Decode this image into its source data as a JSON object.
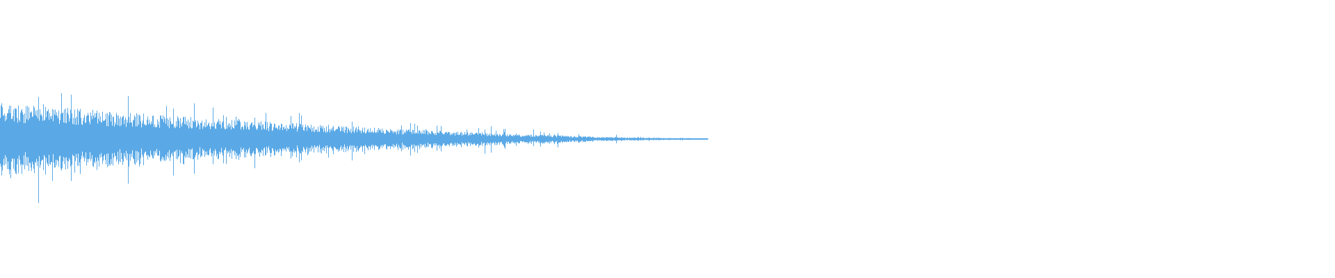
{
  "waveform": {
    "color": "#5aa9e6",
    "background": "#ffffff",
    "audible_fraction_of_width": 0.53,
    "peak_level": 1.0,
    "envelope": "decaying",
    "seed": 7
  }
}
